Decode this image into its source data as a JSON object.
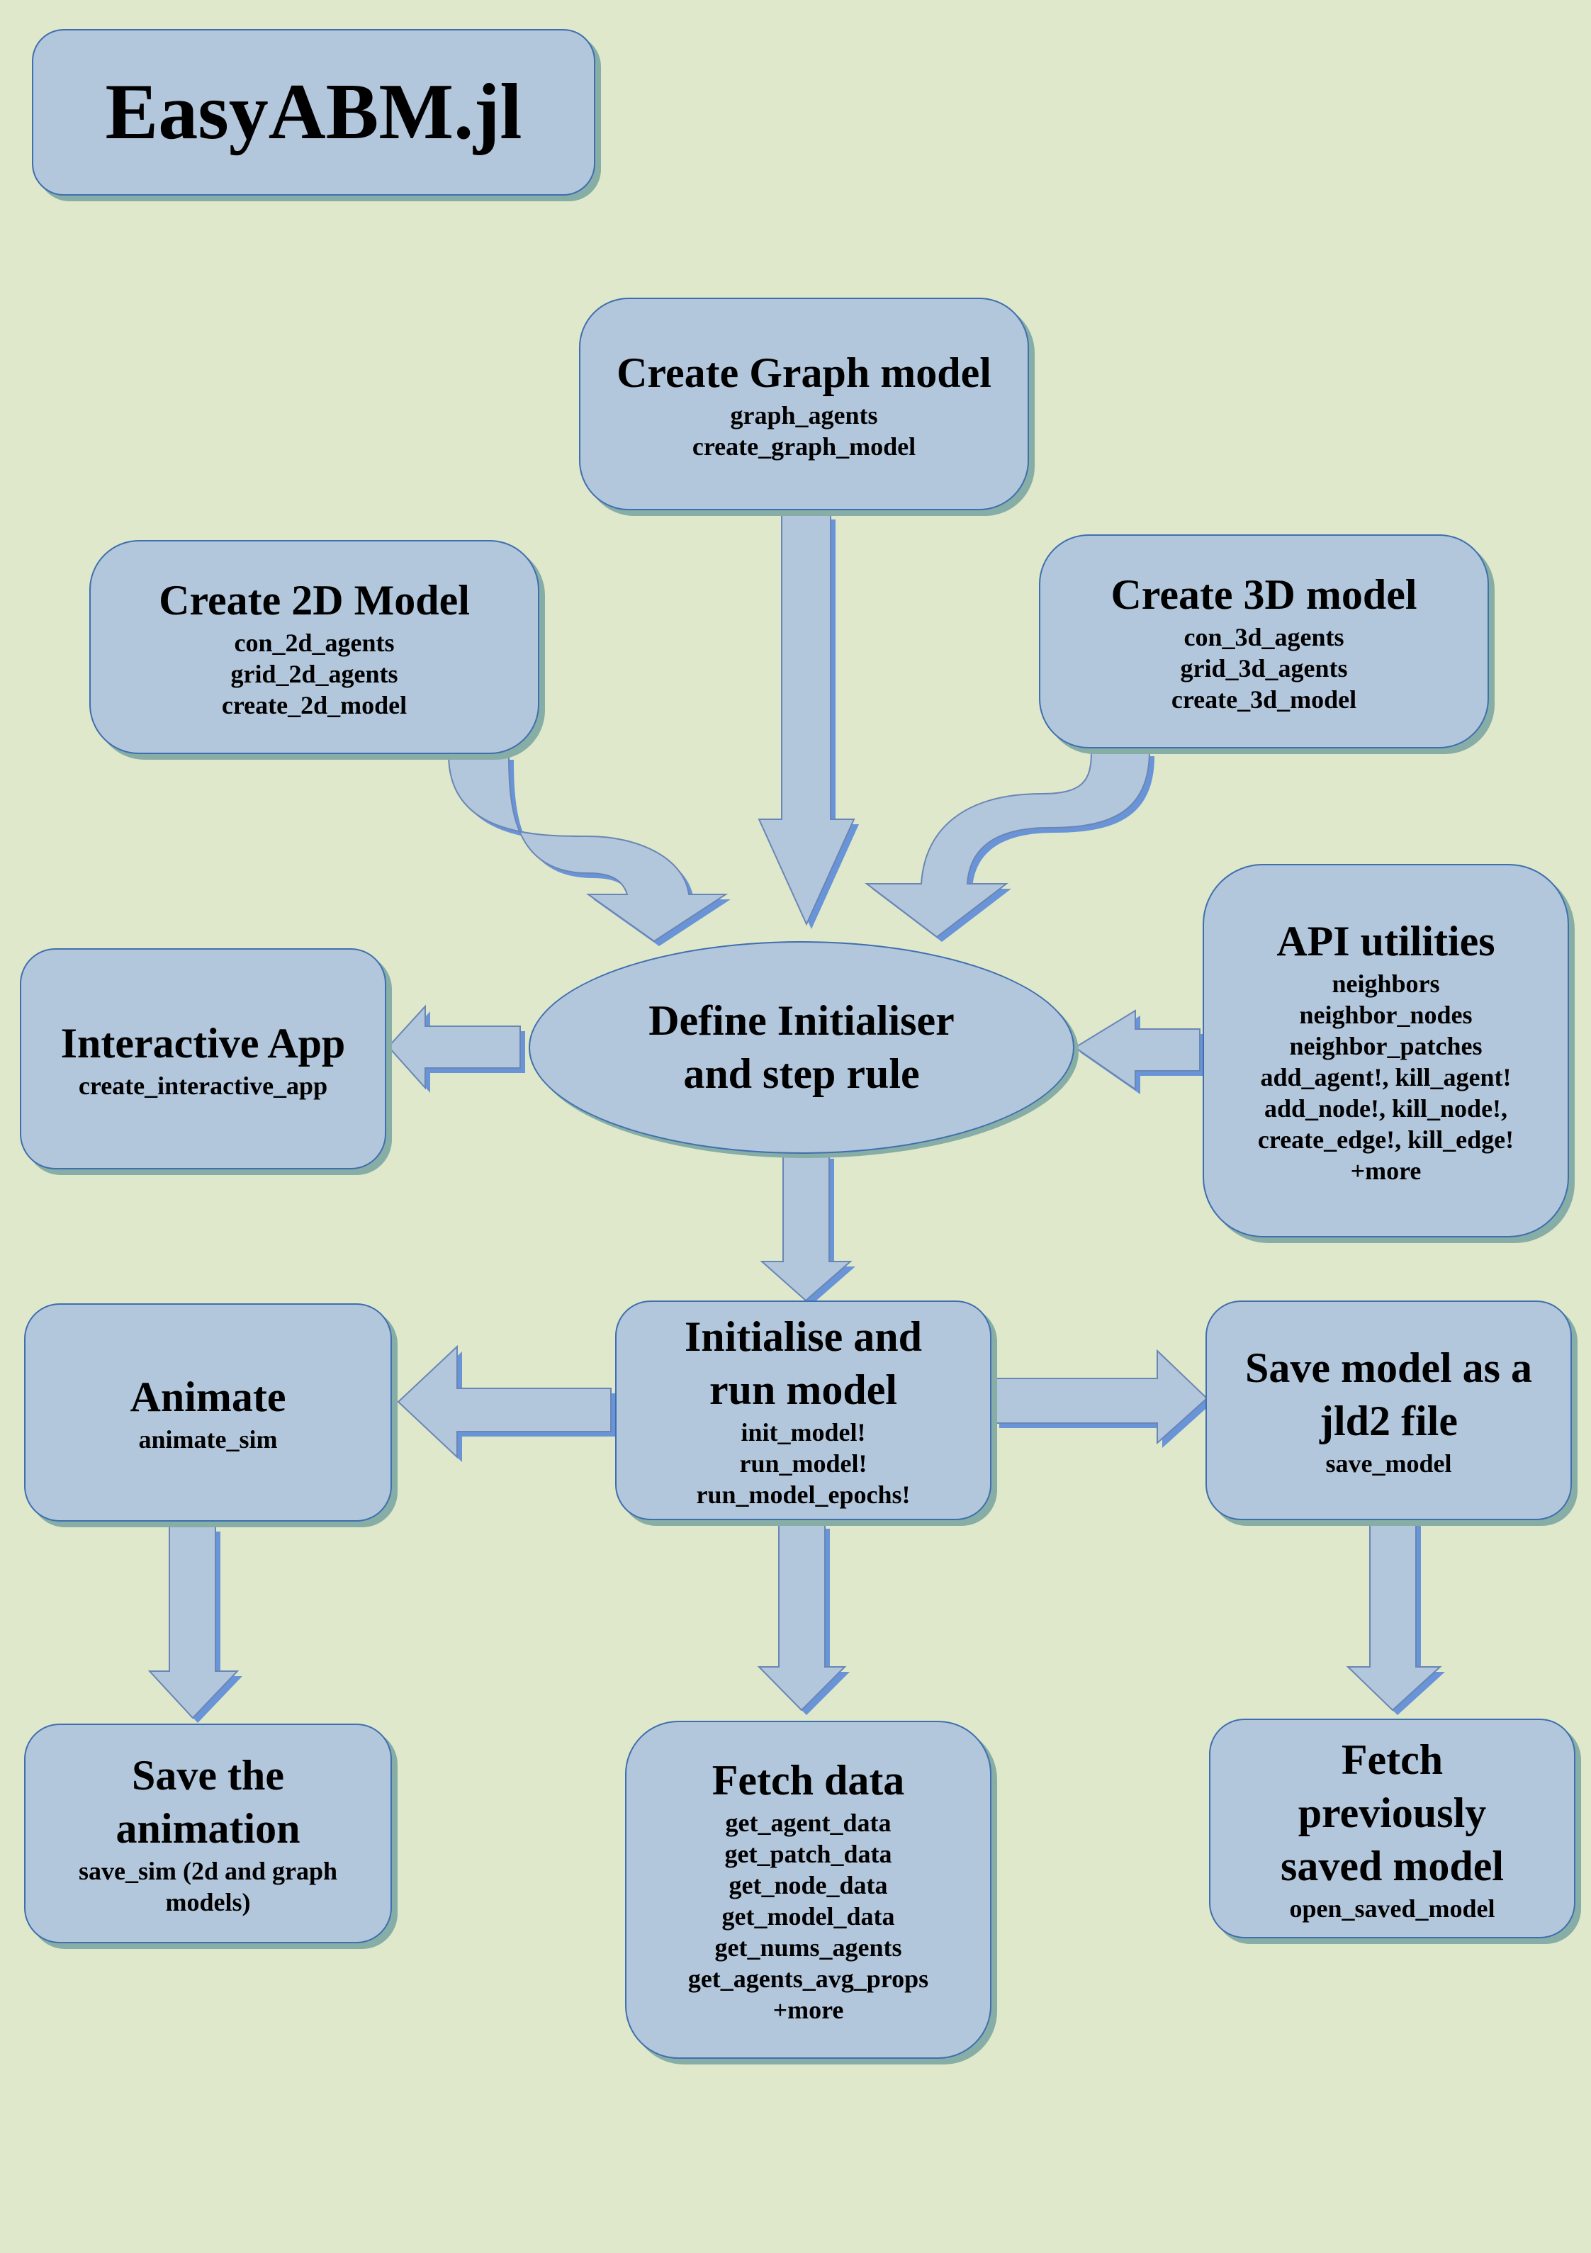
{
  "title": "EasyABM.jl",
  "nodes": {
    "graph": {
      "heading": "Create Graph model",
      "items": [
        "graph_agents",
        "create_graph_model"
      ]
    },
    "model2d": {
      "heading": "Create 2D Model",
      "items": [
        "con_2d_agents",
        "grid_2d_agents",
        "create_2d_model"
      ]
    },
    "model3d": {
      "heading": "Create 3D model",
      "items": [
        "con_3d_agents",
        "grid_3d_agents",
        "create_3d_model"
      ]
    },
    "define": {
      "heading_lines": [
        "Define Initialiser",
        "and step rule"
      ]
    },
    "interactive": {
      "heading": "Interactive App",
      "items": [
        "create_interactive_app"
      ]
    },
    "api": {
      "heading": "API utilities",
      "items": [
        "neighbors",
        "neighbor_nodes",
        "neighbor_patches",
        "add_agent!, kill_agent!",
        "add_node!, kill_node!,",
        "create_edge!, kill_edge!",
        "+more"
      ]
    },
    "init_run": {
      "heading_lines": [
        "Initialise and",
        "run model"
      ],
      "items": [
        "init_model!",
        "run_model!",
        "run_model_epochs!"
      ]
    },
    "animate": {
      "heading": "Animate",
      "items": [
        "animate_sim"
      ]
    },
    "save_jld2": {
      "heading_lines": [
        "Save model as a",
        "jld2 file"
      ],
      "items": [
        "save_model"
      ]
    },
    "save_anim": {
      "heading_lines": [
        "Save the",
        "animation"
      ],
      "items": [
        "save_sim (2d and graph",
        "models)"
      ]
    },
    "fetch_data": {
      "heading": "Fetch data",
      "items": [
        "get_agent_data",
        "get_patch_data",
        "get_node_data",
        "get_model_data",
        "get_nums_agents",
        "get_agents_avg_props",
        "+more"
      ]
    },
    "fetch_saved": {
      "heading_lines": [
        "Fetch",
        "previously",
        "saved model"
      ],
      "items": [
        "open_saved_model"
      ]
    }
  },
  "colors": {
    "background": "#dfe8cb",
    "box": "#b2c6dc",
    "border": "#3f6fae",
    "shadow": "#86ada6",
    "arrow_shadow": "#6a94d8"
  }
}
